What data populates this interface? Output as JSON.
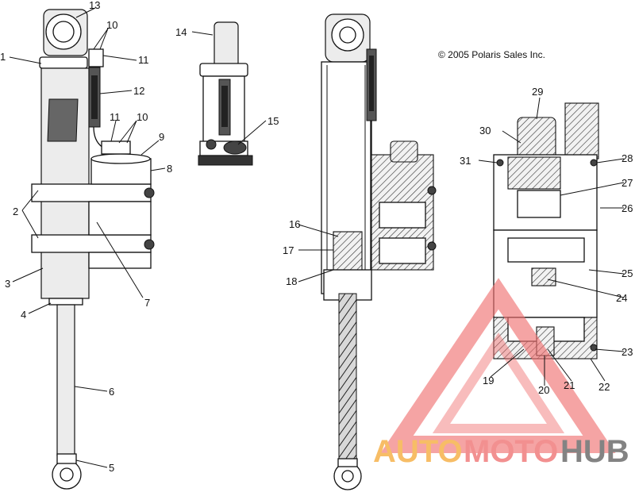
{
  "copyright": "© 2005 Polaris Sales Inc.",
  "callouts": [
    "1",
    "2",
    "3",
    "4",
    "5",
    "6",
    "7",
    "8",
    "9",
    "10",
    "11",
    "12",
    "13",
    "14",
    "15",
    "16",
    "17",
    "18",
    "19",
    "20",
    "21",
    "22",
    "23",
    "24",
    "25",
    "26",
    "27",
    "28",
    "29",
    "30",
    "31"
  ],
  "extra_callouts": {
    "ten_second": "10",
    "eleven_second": "11"
  },
  "watermark": {
    "part1": "AUTO",
    "part2": "MOTO",
    "part3": "HUB",
    "colors": {
      "auto": "#f6b24c",
      "moto": "#f07d7d",
      "hub": "#6e6e6e",
      "triangle": "#f07070"
    }
  }
}
